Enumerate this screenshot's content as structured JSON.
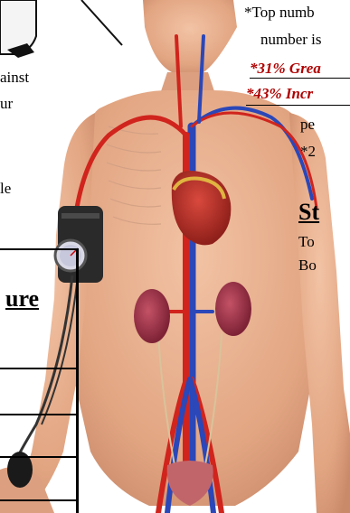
{
  "left_column": {
    "line1": "ainst",
    "line2": "ur",
    "line3": "le",
    "table_header": "ure"
  },
  "right_column": {
    "line1": "*Top numb",
    "line2": "number is",
    "stat1": "*31% Grea",
    "stat2": "*43% Incr",
    "line5": "pe",
    "line6": "*2",
    "section_title": "St",
    "line8": "To",
    "line9": "Bo"
  },
  "colors": {
    "skin": "#e8b08f",
    "skin_shadow": "#c98a6a",
    "artery": "#d0241d",
    "vein": "#2b47b8",
    "heart": "#b8322a",
    "kidney": "#a9344a",
    "cuff": "#2a2a2a",
    "stat_red": "#b00000"
  },
  "icons": [
    "cartoon-figure-icon",
    "blood-pressure-cuff-icon",
    "gauge-icon",
    "bulb-pump-icon",
    "heart-icon",
    "kidney-icon",
    "bladder-icon"
  ]
}
